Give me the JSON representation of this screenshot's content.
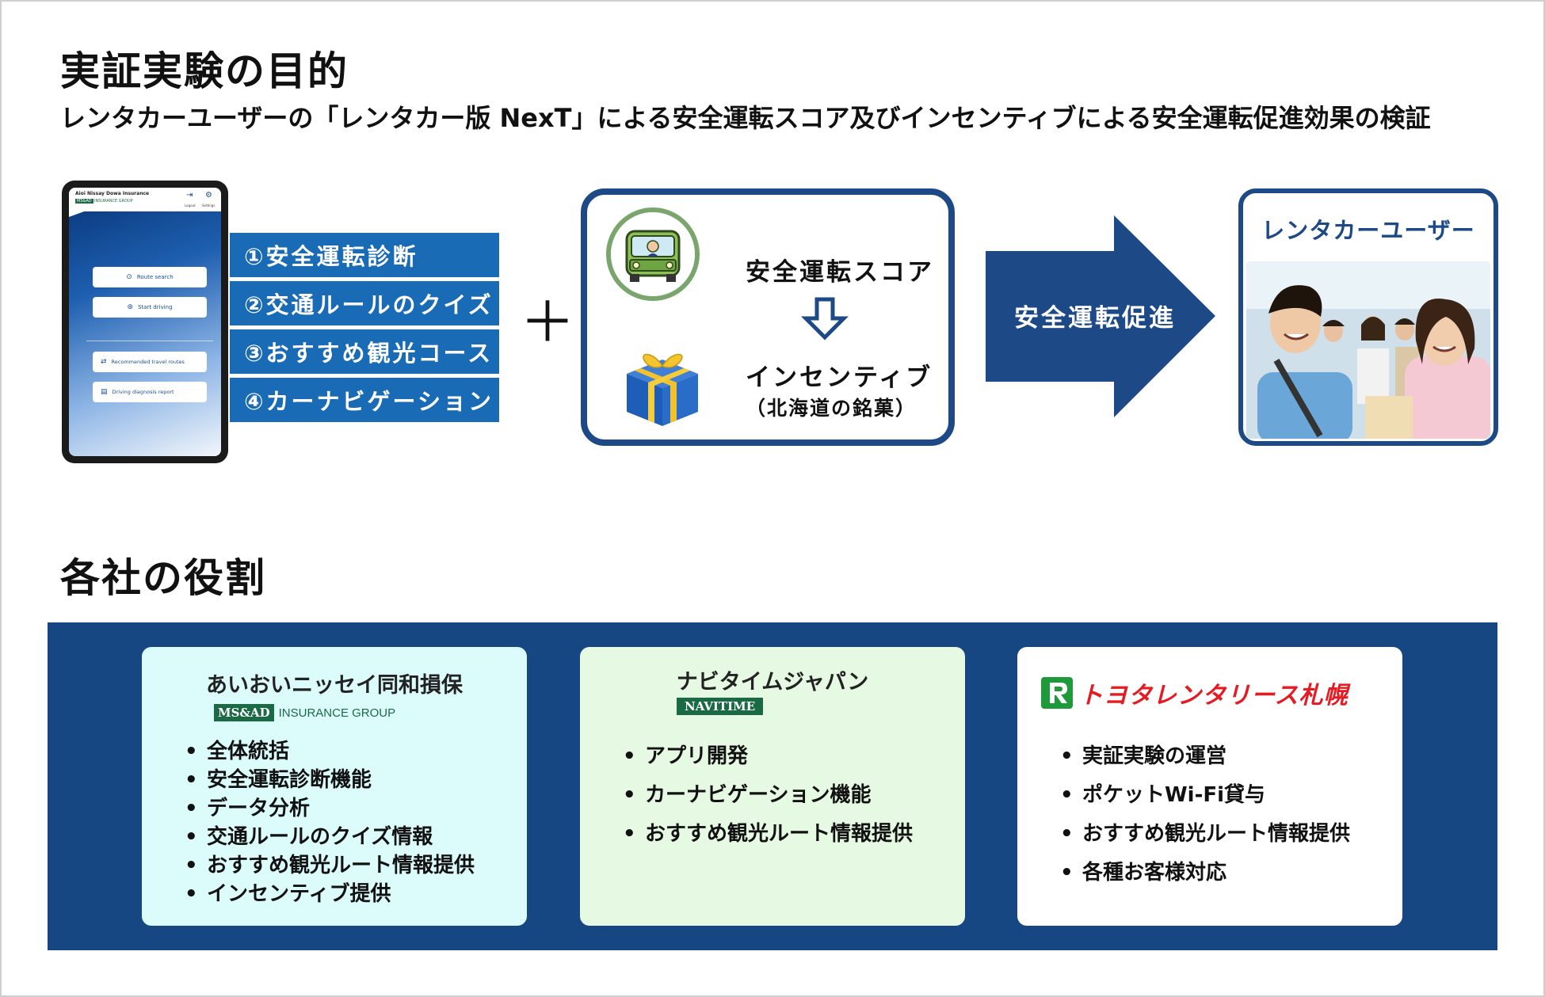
{
  "purpose": {
    "title": "実証実験の目的",
    "subtitle": "レンタカーユーザーの「レンタカー版 NexT」による安全運転スコア及びインセンティブによる安全運転促進効果の検証"
  },
  "phone": {
    "brand": "Aioi Nissay Dowa Insurance",
    "group_tag": "MS&AD",
    "group_text": "INSURANCE GROUP",
    "logout_label": "Logout",
    "settings_label": "Settings",
    "buttons": [
      "Route search",
      "Start driving",
      "Recommended travel routes",
      "Driving diagnosis report"
    ]
  },
  "features": [
    "①安全運転診断",
    "②交通ルールのクイズ",
    "③おすすめ観光コース",
    "④カーナビゲーション"
  ],
  "plus": "＋",
  "incentive_box": {
    "score_label": "安全運転スコア",
    "incentive_label": "インセンティブ",
    "incentive_item": "（北海道の銘菓）"
  },
  "arrow_label": "安全運転促進",
  "user_box_title": "レンタカーユーザー",
  "roles": {
    "title": "各社の役割",
    "cards": [
      {
        "company": "あいおいニッセイ同和損保",
        "logo_tag": "MS&AD",
        "logo_text": "INSURANCE GROUP",
        "bg": "#dcfbfb",
        "items": [
          "全体統括",
          "安全運転診断機能",
          "データ分析",
          "交通ルールのクイズ情報",
          "おすすめ観光ルート情報提供",
          "インセンティブ提供"
        ]
      },
      {
        "company": "ナビタイムジャパン",
        "logo_tag": "NAVITIME",
        "bg": "#e6f9e3",
        "items": [
          "アプリ開発",
          "カーナビゲーション機能",
          "おすすめ観光ルート情報提供"
        ]
      },
      {
        "company": "トヨタレンタリース札幌",
        "bg": "#ffffff",
        "items": [
          "実証実験の運営",
          "ポケットWi-Fi貸与",
          "おすすめ観光ルート情報提供",
          "各種お客様対応"
        ]
      }
    ]
  },
  "colors": {
    "navy": "#1d4a86",
    "feature_blue": "#1a6bb5",
    "roles_bg": "#164782",
    "msad_green": "#1b6a46",
    "toyota_red": "#e51b23"
  }
}
